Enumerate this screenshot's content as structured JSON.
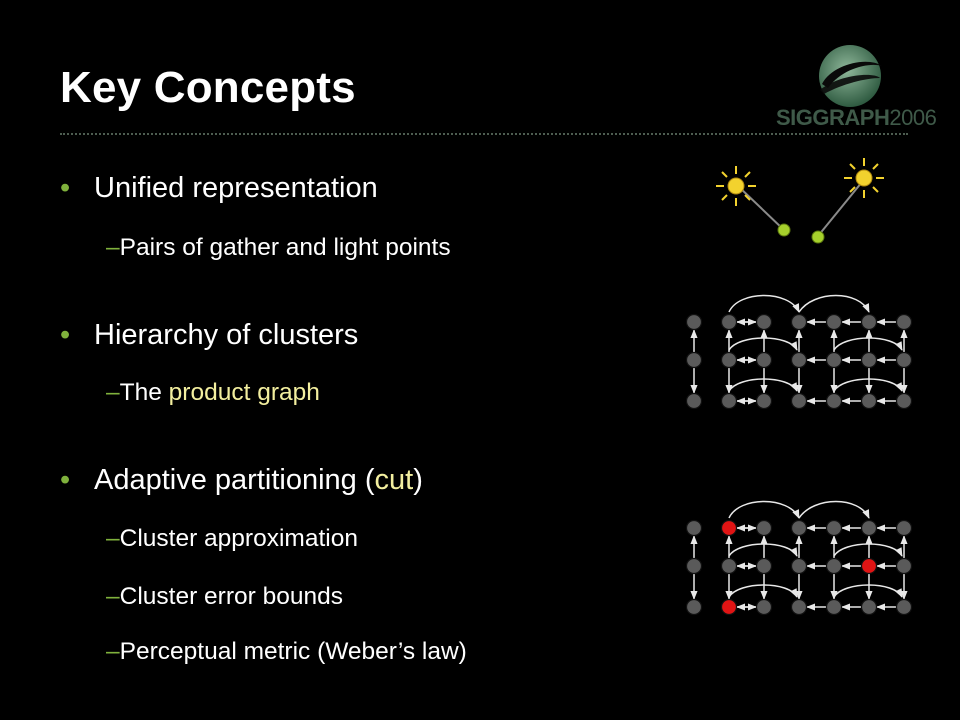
{
  "title": "Key Concepts",
  "logo": {
    "brand": "SIGGRAPH",
    "year": "2006"
  },
  "bullet_glyph": "•",
  "dash_glyph": "–",
  "bullets": [
    {
      "text": "Unified representation",
      "subs": [
        {
          "text": "Pairs of gather and light points"
        }
      ]
    },
    {
      "text": "Hierarchy of clusters",
      "subs": [
        {
          "prefix": "The ",
          "highlight": "product graph"
        }
      ]
    },
    {
      "prefix": "Adaptive partitioning (",
      "highlight": "cut",
      "suffix": ")",
      "subs": [
        {
          "text": "Cluster approximation"
        },
        {
          "text": "Cluster error bounds"
        },
        {
          "text": "Perceptual metric (Weber’s law)"
        }
      ]
    }
  ],
  "colors": {
    "accent": "#7fb13c",
    "highlight": "#f3ef9f",
    "node": "#5a5a5a",
    "cut_node": "#e01414",
    "sun": "#f2d22e",
    "gather": "#a6d02c"
  },
  "icons": {
    "light": "sun-icon",
    "gather": "gather-point-icon"
  }
}
